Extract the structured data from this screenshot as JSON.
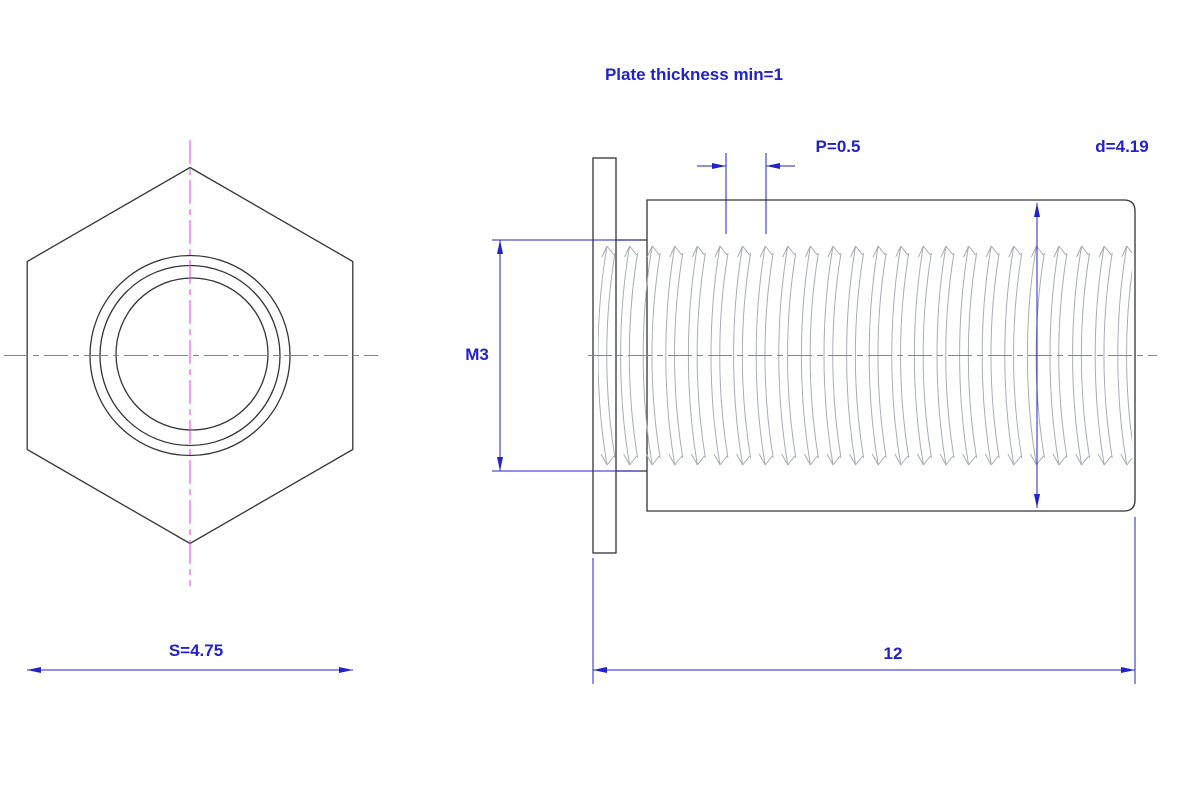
{
  "drawing": {
    "note": "Plate thickness min=1",
    "dimensions": {
      "pitch": "P=0.5",
      "shank_diameter": "d=4.19",
      "thread_size": "M3",
      "hex_across_flats": "S=4.75",
      "body_length": "12"
    },
    "colors": {
      "dimension": "#2222cc",
      "centerline": "#ee3cee",
      "object_line": "#33343a",
      "thread": "#a8adb4",
      "background": "#ffffff"
    }
  }
}
